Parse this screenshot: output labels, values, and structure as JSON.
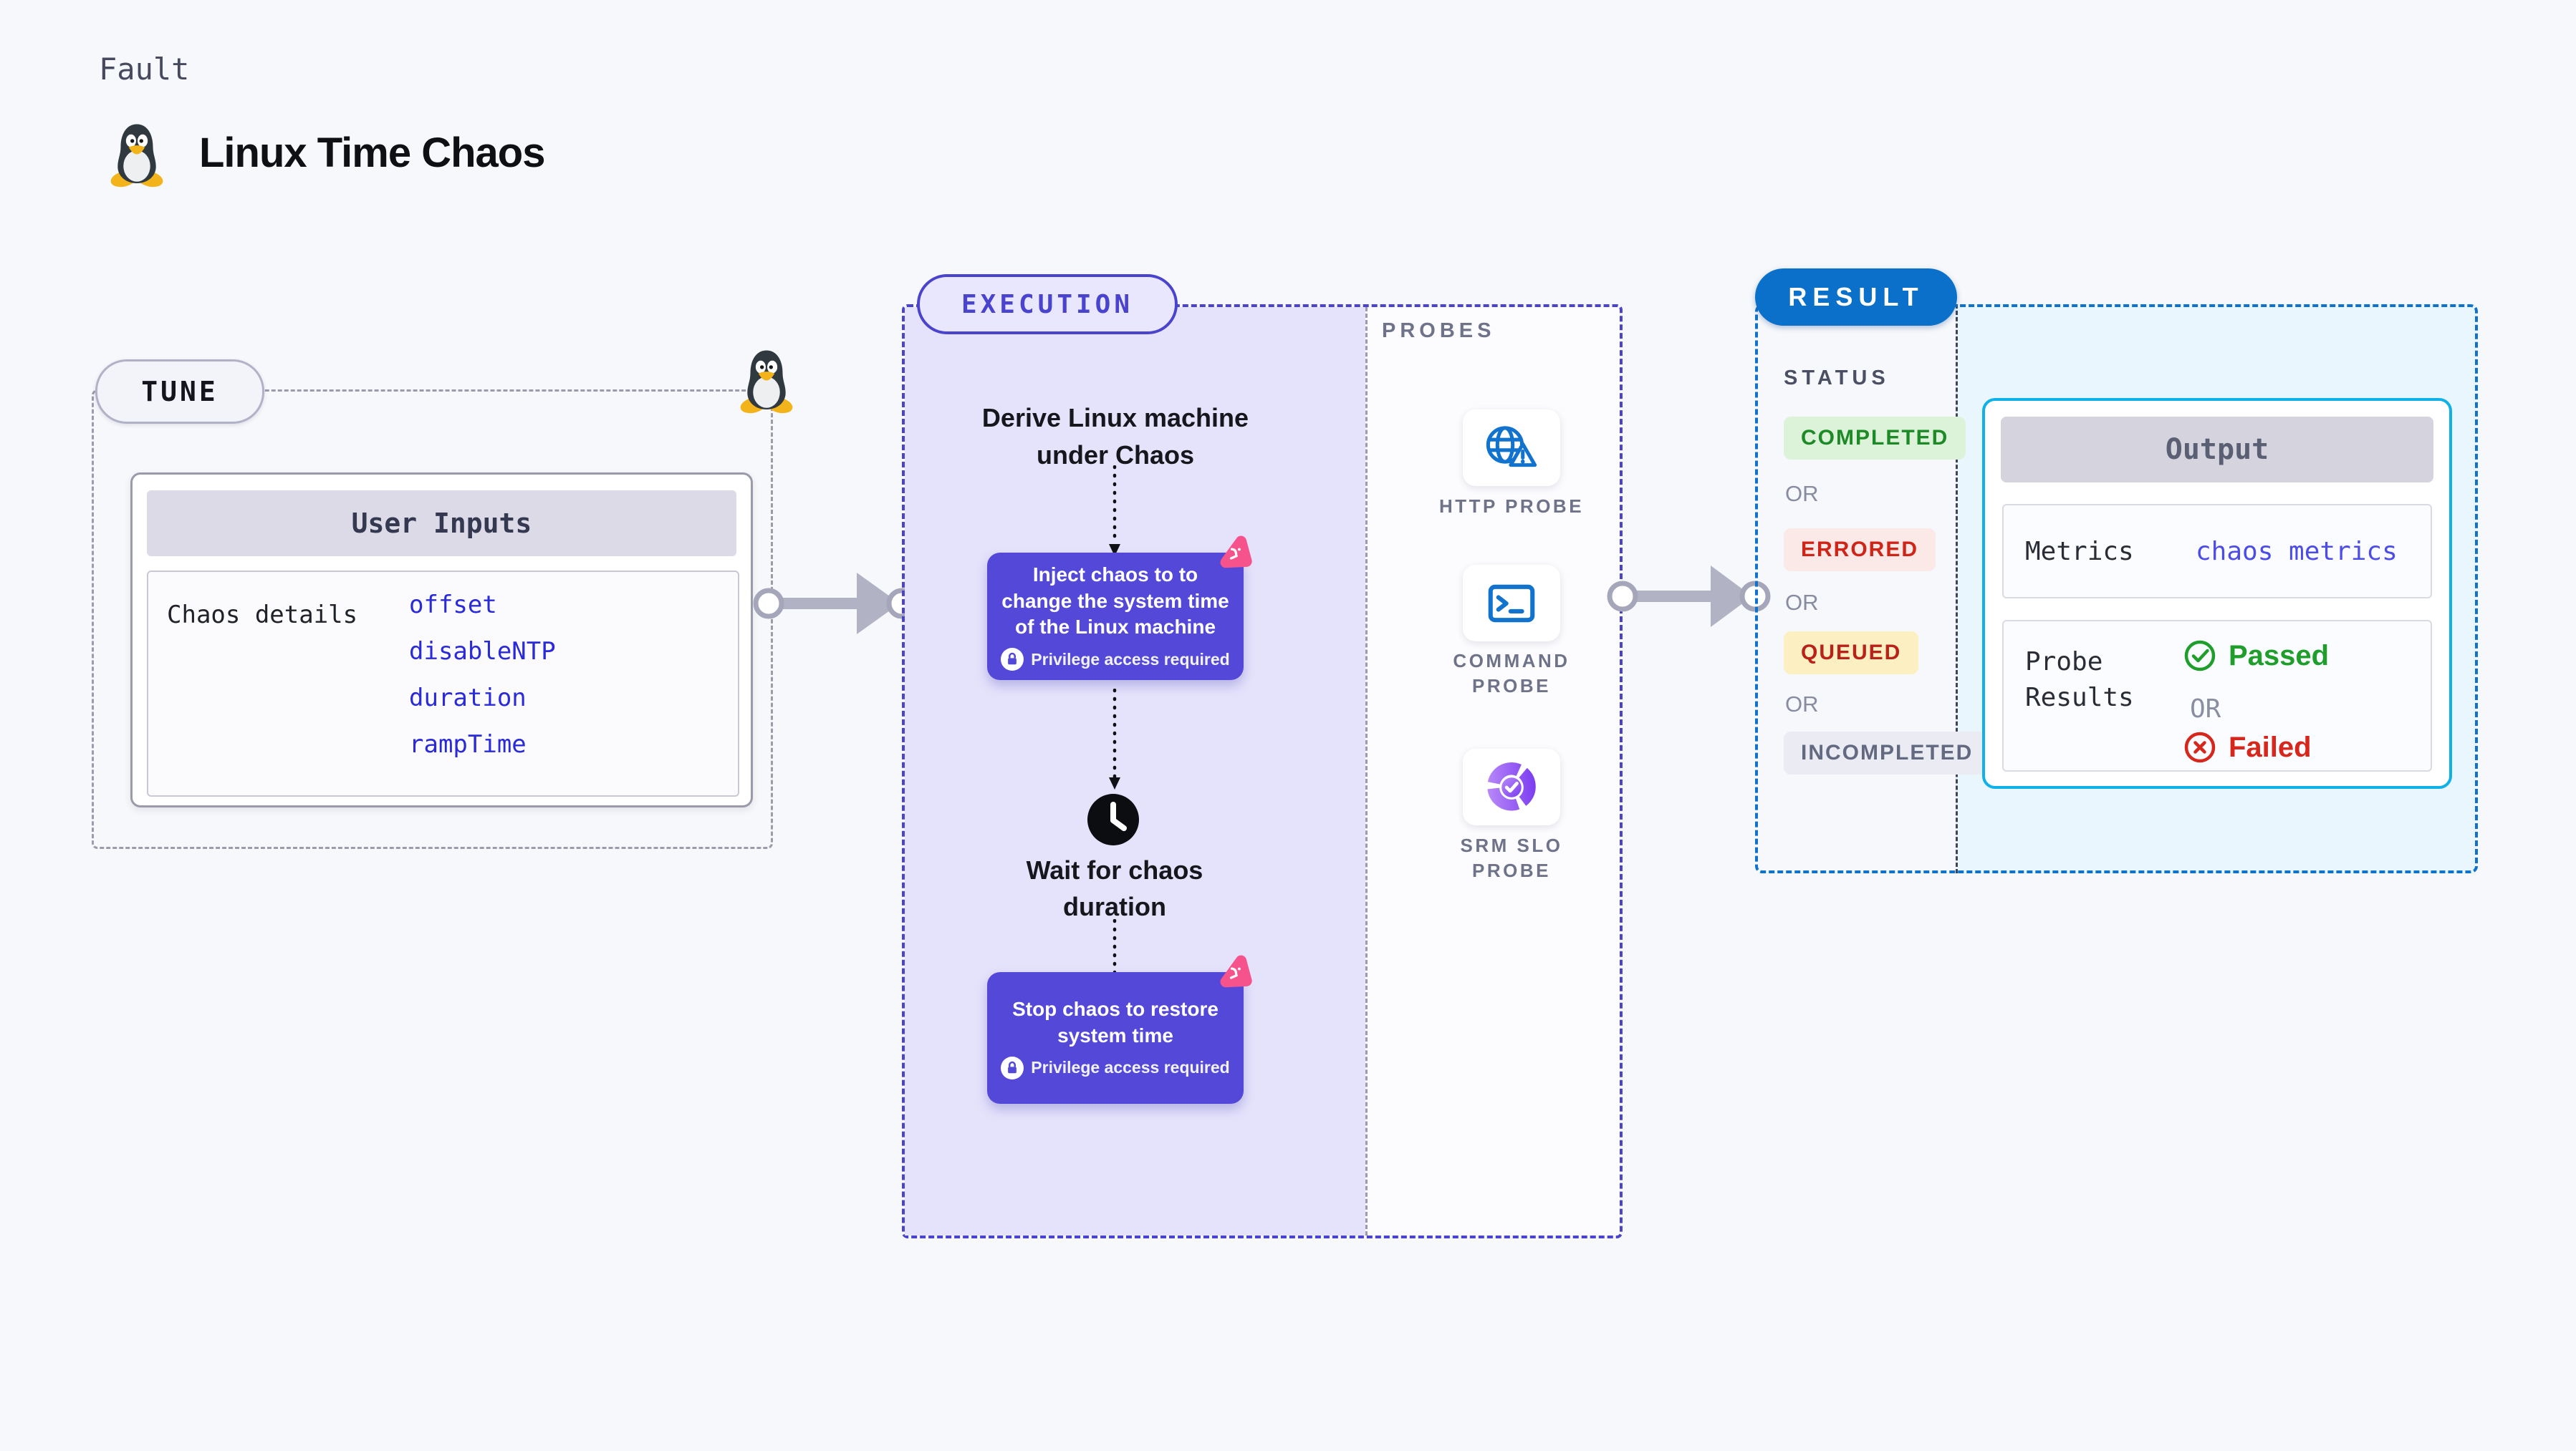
{
  "header": {
    "kicker": "Fault",
    "title": "Linux Time Chaos",
    "icon": "tux-penguin-icon"
  },
  "tune": {
    "pill": "TUNE",
    "user_inputs": {
      "header": "User Inputs",
      "row_label": "Chaos details",
      "values": [
        "offset",
        "disableNTP",
        "duration",
        "rampTime"
      ]
    }
  },
  "execution": {
    "pill": "EXECUTION",
    "derive_text": "Derive Linux machine under Chaos",
    "inject": {
      "text": "Inject chaos to to change the system time of the Linux machine",
      "privilege": "Privilege access required"
    },
    "wait_text": "Wait for chaos duration",
    "stop": {
      "text": "Stop chaos to restore system time",
      "privilege": "Privilege access required"
    }
  },
  "probes": {
    "label": "PROBES",
    "items": [
      {
        "label": "HTTP PROBE",
        "icon": "globe-alert-icon"
      },
      {
        "label": "COMMAND PROBE",
        "icon": "terminal-icon"
      },
      {
        "label": "SRM SLO PROBE",
        "icon": "slo-donut-check-icon"
      }
    ]
  },
  "result": {
    "pill": "RESULT",
    "status": {
      "label": "STATUS",
      "separator": "OR",
      "badges": [
        {
          "text": "COMPLETED",
          "bg": "#dcf3da",
          "fg": "#1d8a27"
        },
        {
          "text": "ERRORED",
          "bg": "#fbe9e8",
          "fg": "#cf2418"
        },
        {
          "text": "QUEUED",
          "bg": "#fcf0c2",
          "fg": "#b92218"
        },
        {
          "text": "INCOMPLETED",
          "bg": "#ebebf3",
          "fg": "#636980"
        }
      ]
    },
    "output": {
      "header": "Output",
      "metrics_label": "Metrics",
      "metrics_value": "chaos metrics",
      "probe_results_label": "Probe Results",
      "passed": "Passed",
      "or": "OR",
      "failed": "Failed"
    }
  },
  "colors": {
    "page_bg": "#f7f8fb",
    "execution_accent": "#4a43cd",
    "execution_fill": "#e5e3fb",
    "node_purple": "#5448d8",
    "chaos_badge_pink": "#f6538c",
    "result_accent": "#0b70c9",
    "output_border_cyan": "#10b1e7",
    "output_fill": "#e9f6fd",
    "probe_icon_blue": "#1173cd",
    "srm_icon_purple": "#7a3bf0",
    "code_blue": "#2a2ad9",
    "passed_green": "#1f9e2c",
    "failed_red": "#d7271d",
    "arrow_gray": "#b2b2c5"
  }
}
